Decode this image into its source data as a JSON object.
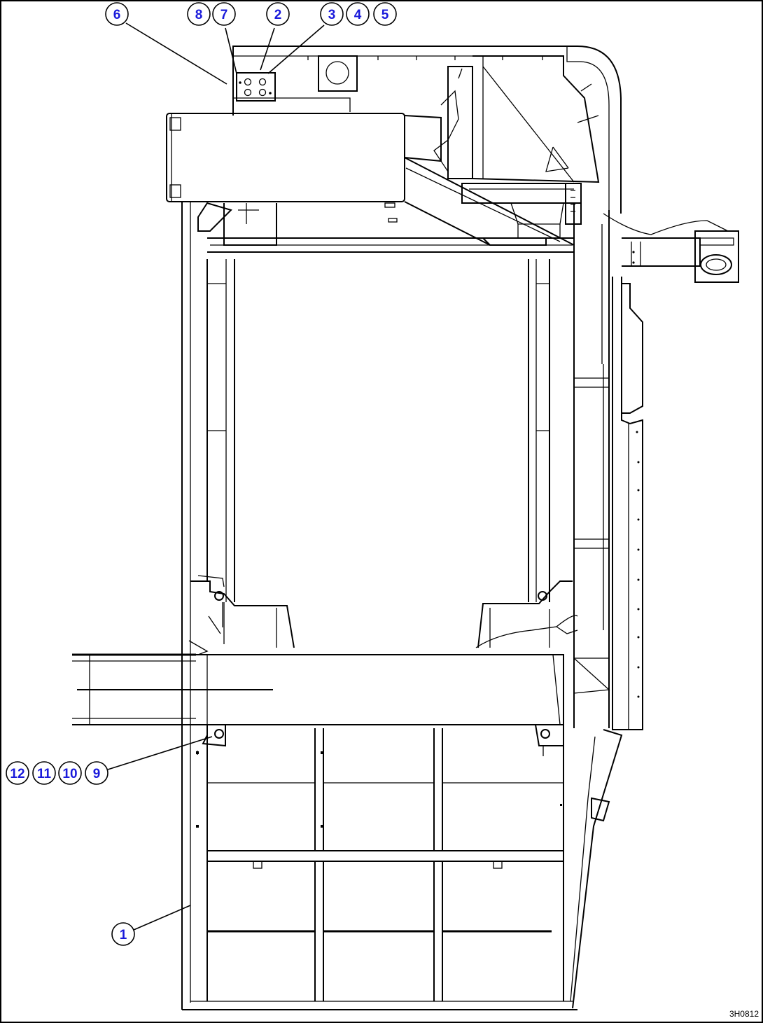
{
  "figure": {
    "drawing_id": "3H0812",
    "callouts": [
      {
        "id": "callout-6",
        "label": "6"
      },
      {
        "id": "callout-8",
        "label": "8"
      },
      {
        "id": "callout-7",
        "label": "7"
      },
      {
        "id": "callout-2",
        "label": "2"
      },
      {
        "id": "callout-3",
        "label": "3"
      },
      {
        "id": "callout-4",
        "label": "4"
      },
      {
        "id": "callout-5",
        "label": "5"
      },
      {
        "id": "callout-12",
        "label": "12"
      },
      {
        "id": "callout-11",
        "label": "11"
      },
      {
        "id": "callout-10",
        "label": "10"
      },
      {
        "id": "callout-9",
        "label": "9"
      },
      {
        "id": "callout-1",
        "label": "1"
      }
    ]
  },
  "colors": {
    "line": "#000000",
    "callout_text": "#1a1adb",
    "background": "#ffffff"
  }
}
